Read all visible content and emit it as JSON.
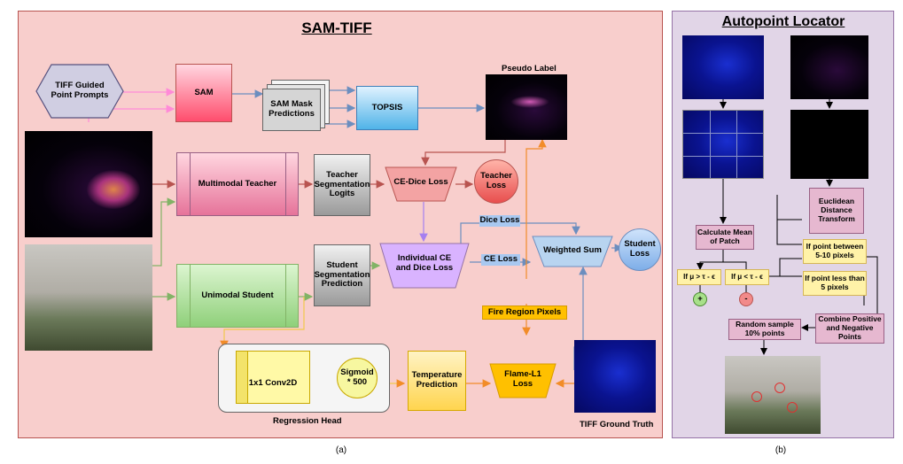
{
  "panel_a": {
    "title": "SAM-TIFF",
    "caption": "(a)",
    "nodes": {
      "tiff_prompts": "TIFF Guided\nPoint Prompts",
      "sam": "SAM",
      "sam_mask": "SAM Mask\nPredictions",
      "topsis": "TOPSIS",
      "pseudo_label": "Pseudo Label",
      "multimodal_teacher": "Multimodal Teacher",
      "teacher_logits": "Teacher\nSegmentation\nLogits",
      "ce_dice": "CE-Dice Loss",
      "teacher_loss": "Teacher\nLoss",
      "dice_loss": "Dice Loss",
      "ce_loss": "CE Loss",
      "weighted_sum": "Weighted Sum",
      "student_loss": "Student\nLoss",
      "unimodal_student": "Unimodal Student",
      "student_pred": "Student\nSegmentation\nPrediction",
      "individual_ce_dice": "Individual CE\nand Dice Loss",
      "fire_region": "Fire Region Pixels",
      "conv": "1x1 Conv2D",
      "sigmoid": "Sigmoid\n* 500",
      "regression_head": "Regression Head",
      "temp_pred": "Temperature\nPrediction",
      "flame_l1": "Flame-L1\nLoss",
      "tiff_gt": "TIFF Ground Truth"
    }
  },
  "panel_b": {
    "title": "Autopoint Locator",
    "caption": "(b)",
    "nodes": {
      "calc_mean": "Calculate Mean\nof Patch",
      "euclid": "Euclidean\nDistance\nTransform",
      "cond_pos": "If μ > τ - ϵ",
      "cond_neg": "If μ < τ - ϵ",
      "plus": "+",
      "minus": "-",
      "between": "If point between\n5-10 pixels",
      "less": "If point less than\n5 pixels",
      "combine": "Combine Positive\nand Negative\nPoints",
      "random": "Random sample\n10% points"
    }
  },
  "colors": {
    "panel_a_bg": "#f8cecc",
    "panel_b_bg": "#e1d5e7",
    "red_arrow": "#b85450",
    "blue_arrow": "#6c8ebf",
    "green_arrow": "#82b366",
    "orange_arrow": "#f28c28",
    "purple_arrow": "#a680f0",
    "pink_arrow": "#ff8ad8"
  }
}
